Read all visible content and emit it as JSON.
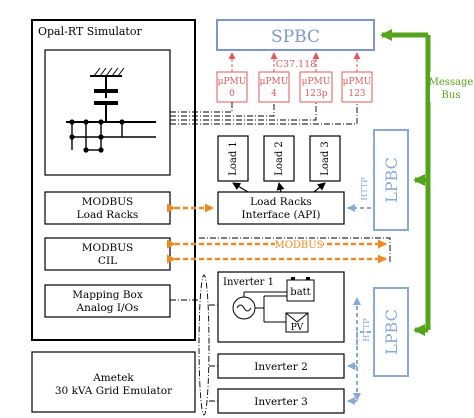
{
  "title": "Opal-RT Simulator",
  "spbc": "SPBC",
  "c37": "C37.118",
  "pmus": [
    {
      "line1": "μPMU",
      "line2": "0"
    },
    {
      "line1": "μPMU",
      "line2": "4"
    },
    {
      "line1": "μPMU",
      "line2": "123p"
    },
    {
      "line1": "μPMU",
      "line2": "123"
    }
  ],
  "loads": [
    "Load 1",
    "Load 2",
    "Load 3"
  ],
  "load_racks_interface": {
    "line1": "Load Racks",
    "line2": "Interface (API)"
  },
  "modbus_load_racks": {
    "line1": "MODBUS",
    "line2": "Load Racks"
  },
  "modbus_cil": {
    "line1": "MODBUS",
    "line2": "CIL"
  },
  "mapping_box": {
    "line1": "Mapping Box",
    "line2": "Analog I/Os"
  },
  "ametek": {
    "line1": "Ametek",
    "line2": "30 kVA Grid Emulator"
  },
  "modbus_label": "MODBUS",
  "inverter1": "Inverter 1",
  "batt": "batt",
  "pv": "PV",
  "inverter2": "Inverter 2",
  "inverter3": "Inverter 3",
  "lpbc_top": "LPBC",
  "lpbc_bottom": "LPBC",
  "http_top": "HTTP",
  "http_bottom": "HTTP",
  "message_bus": {
    "line1": "Message",
    "line2": "Bus"
  },
  "colors": {
    "spbc_blue": "#7d96cf",
    "pmu_red": "#e05a5a",
    "modbus_orange": "#f08a24",
    "http_blue": "#8aa8d8",
    "bus_green": "#55a51c",
    "black": "#000000"
  }
}
